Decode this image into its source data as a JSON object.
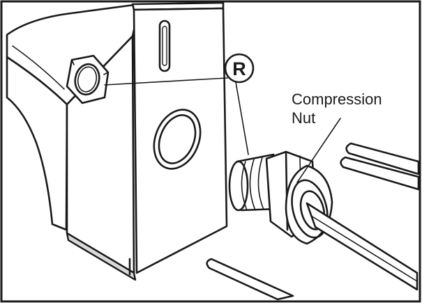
{
  "callout_letter": "R",
  "part_label_line1": "Compression",
  "part_label_line2": "Nut",
  "colors": {
    "ink": "#1a1a1a",
    "paper": "#ffffff",
    "shade": "#d9d9d9"
  }
}
